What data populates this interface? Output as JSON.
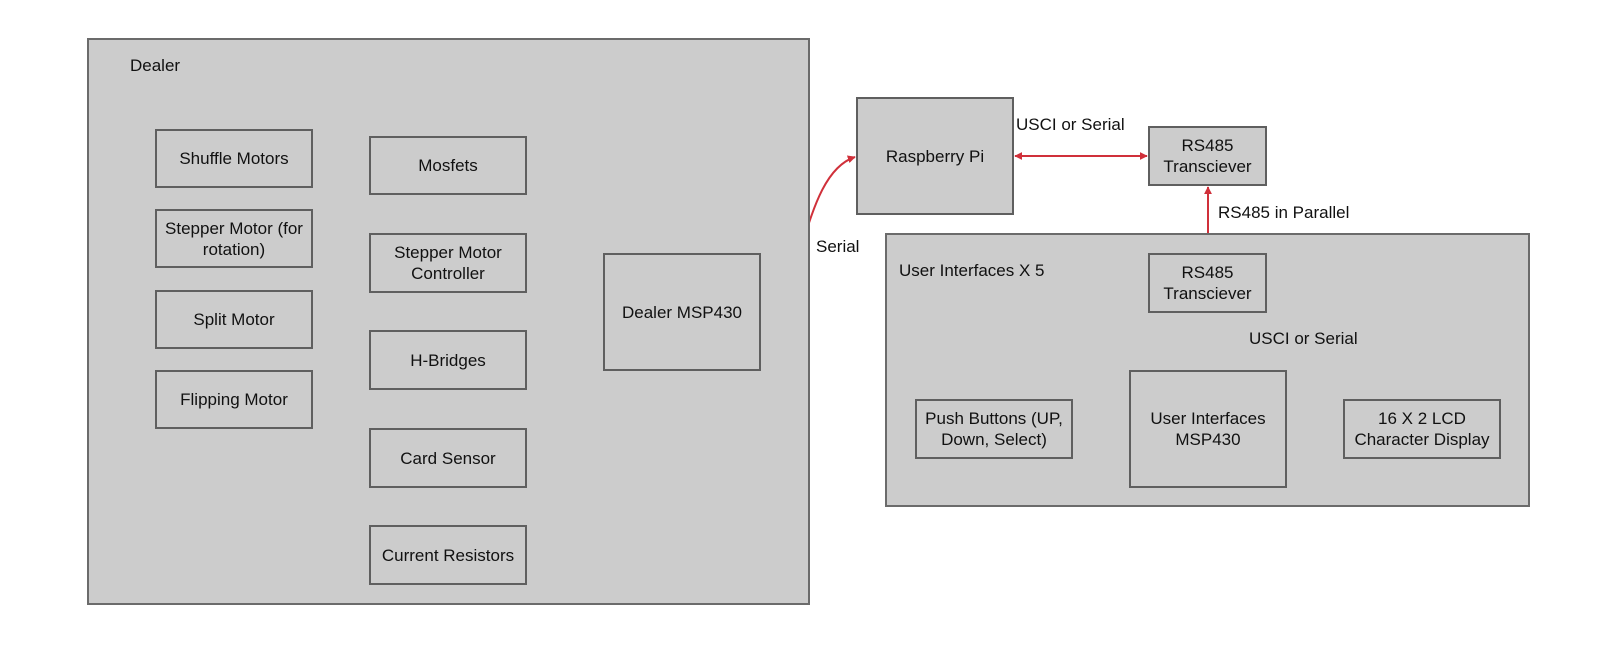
{
  "colors": {
    "background": "#ffffff",
    "group_fill": "#cccccc",
    "node_border": "#5f5f5f",
    "arrow": "#d0303a"
  },
  "groups": {
    "dealer": {
      "label": "Dealer"
    },
    "ui": {
      "label": "User Interfaces X 5"
    }
  },
  "nodes": {
    "shuffle": "Shuffle Motors",
    "stepper_rot": "Stepper Motor (for\nrotation)",
    "split": "Split Motor",
    "flip": "Flipping Motor",
    "mosfets": "Mosfets",
    "stepper_ctrl": "Stepper Motor\nController",
    "hbridges": "H-Bridges",
    "card_sensor": "Card Sensor",
    "current_res": "Current Resistors",
    "dealer_msp": "Dealer MSP430",
    "rpi": "Raspberry Pi",
    "rs485_top": "RS485\nTransciever",
    "rs485_ui": "RS485\nTransciever",
    "ui_msp": "User Interfaces\nMSP430",
    "push_buttons": "Push Buttons (UP,\nDown, Select)",
    "lcd": "16 X 2 LCD\nCharacter Display"
  },
  "edge_labels": {
    "serial": "Serial",
    "usci_top": "USCI or Serial",
    "rs485_parallel": "RS485 in Parallel",
    "usci_ui": "USCI or Serial"
  }
}
